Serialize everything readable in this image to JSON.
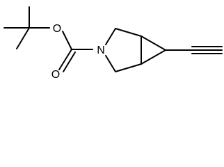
{
  "molecule": {
    "atoms": {
      "ester_oxygen": "O",
      "carbonyl_oxygen": "O",
      "nitrogen": "N"
    },
    "colors": {
      "bond": "#000000",
      "label": "#000000",
      "background": "#ffffff"
    }
  }
}
